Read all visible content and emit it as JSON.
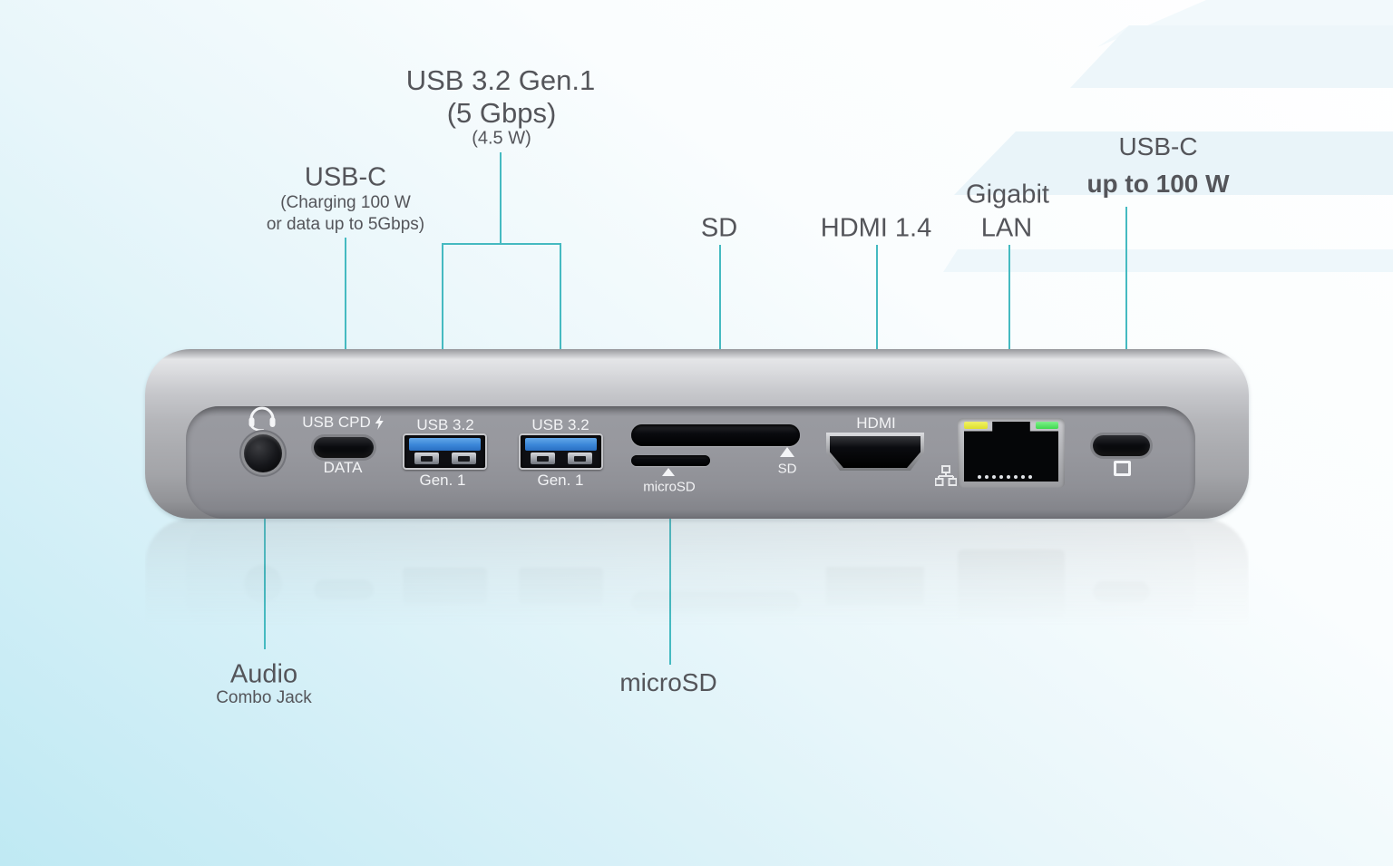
{
  "colors": {
    "accent_teal": "#45bac1",
    "label_gray": "#54555a",
    "background_cyan": "#bfe9f3",
    "usb_blue": "#3a86d8",
    "led_yellow": "#dfe02c",
    "led_green": "#3fd84f"
  },
  "callouts": {
    "usb32": {
      "title": "USB 3.2 Gen.1",
      "speed": "(5 Gbps)",
      "power": "(4.5 W)"
    },
    "usbc_host": {
      "title": "USB-C",
      "detail1": "(Charging 100 W",
      "detail2": "or data up to 5Gbps)"
    },
    "sd": {
      "title": "SD"
    },
    "hdmi": {
      "title": "HDMI 1.4"
    },
    "lan": {
      "title1": "Gigabit",
      "title2": "LAN"
    },
    "usbc_power": {
      "title": "USB-C",
      "subtitle": "up to 100 W"
    },
    "audio": {
      "title": "Audio",
      "subtitle": "Combo Jack"
    },
    "microsd": {
      "title": "microSD"
    }
  },
  "device": {
    "usbc_data_port": {
      "label_top": "USB CPD",
      "label_bottom": "DATA"
    },
    "usba_port_1": {
      "label_top": "USB 3.2",
      "label_bottom": "Gen. 1"
    },
    "usba_port_2": {
      "label_top": "USB 3.2",
      "label_bottom": "Gen. 1"
    },
    "sd_slot": {
      "label": "SD"
    },
    "microsd_slot": {
      "label": "microSD"
    },
    "hdmi_port": {
      "label": "HDMI"
    },
    "icons": {
      "audio": "headset-icon",
      "charge_bolt": "lightning-icon",
      "lan": "network-icon",
      "usbc_display": "display-icon",
      "sd_marker": "triangle-up-icon",
      "microsd_marker": "triangle-up-icon"
    }
  }
}
